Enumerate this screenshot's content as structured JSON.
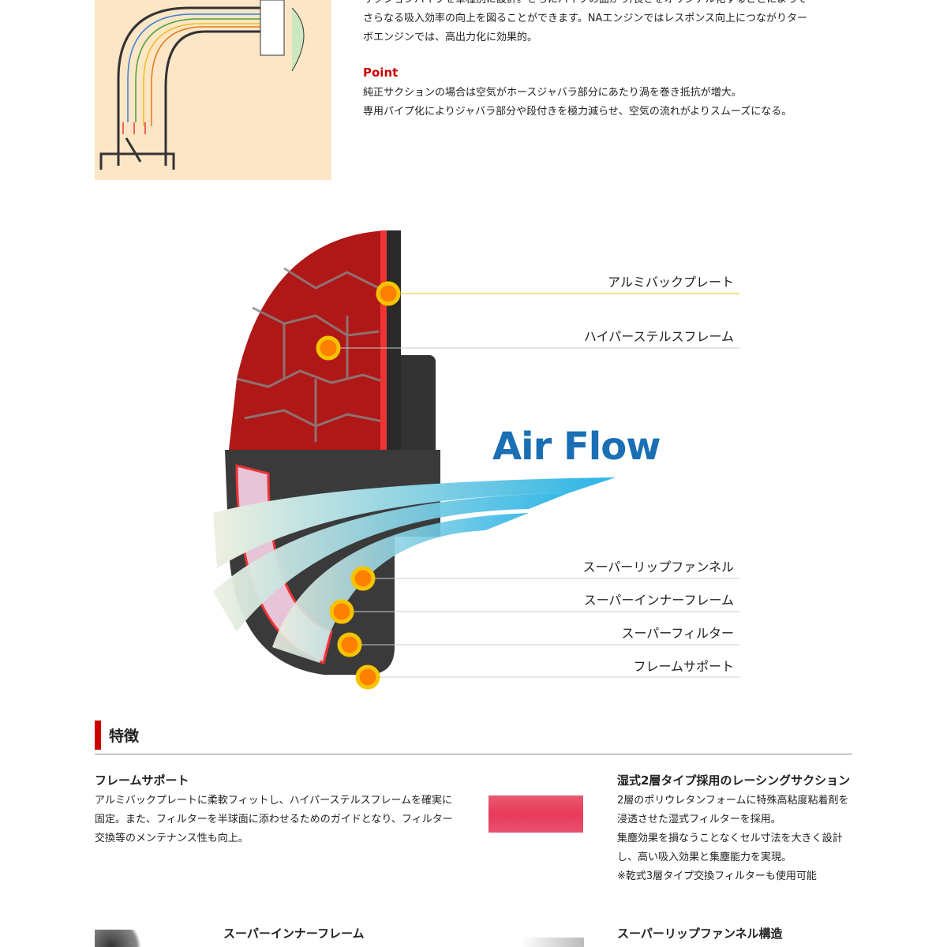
{
  "intro": {
    "lines": [
      "サクションパイプを車種別に設計。さらにパイプの曲がり/長さをオリジナル化することによって",
      "さらなる吸入効率の向上を図ることができます。NAエンジンではレスポンス向上につながりター",
      "ボエンジンでは、高出力化に効果的。"
    ],
    "point_label": "Point",
    "point_lines": [
      "純正サクションの場合は空気がホースジャバラ部分にあたり渦を巻き抵抗が増大。",
      "専用パイプ化によりジャバラ部分や段付きを極力減らせ、空気の流れがよりスムーズになる。"
    ]
  },
  "diagram": {
    "air_flow": "Air Flow",
    "labels": [
      "アルミバックプレート",
      "ハイパーステルスフレーム",
      "スーパーリップファンネル",
      "スーパーインナーフレーム",
      "スーパーフィルター",
      "フレームサポート"
    ],
    "colors": {
      "accent": "#f5c400",
      "dot": "#ff8000",
      "airflow": "#1a6fb5",
      "filter": "#b01818"
    }
  },
  "features": {
    "heading": "特徴",
    "items": [
      {
        "title": "フレームサポート",
        "body": "アルミバックプレートに柔軟フィットし、ハイパーステルスフレームを確実に固定。また、フィルターを半球面に添わせるためのガイドとなり、フィルター交換等のメンテナンス性も向上。"
      },
      {
        "title": "湿式2層タイプ採用のレーシングサクション",
        "body_lines": [
          "2層のポリウレタンフォームに特殊高粘度粘着剤を浸透させた湿式フィルターを採用。",
          "集塵効果を損なうことなくセル寸法を大きく設計し、高い吸入効果と集塵能力を実現。",
          "※乾式3層タイプ交換フィルターも使用可能"
        ]
      },
      {
        "title": "スーパーインナーフレーム"
      },
      {
        "title": "スーパーリップファンネル構造"
      }
    ]
  }
}
